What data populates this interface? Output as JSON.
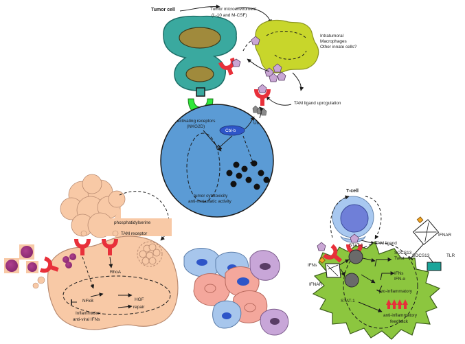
{
  "top": {
    "tumor_cell": "Tumor cell",
    "tumor_microenvironment": "Tumor microenviroment",
    "tumor_microenvironment_sub": "(L-10 and M-CSF)",
    "macrophages_line1": "Intratumoral",
    "macrophages_line2": "Macrophages",
    "macrophages_line3": "Other innate cells?",
    "tam_ligand_upregulation": "TAM ligand uprcgulation"
  },
  "nk_cell": {
    "activating_line1": "activating receptors",
    "activating_line2": "(NKG2D)",
    "cblb": "Cbl-b",
    "ub": "Ub",
    "cytotoxicity_line1": "tumor cytotoxicity",
    "cytotoxicity_line2": "anti-metastatic activity"
  },
  "macrophage": {
    "phosphatidylserine": "phosphatidylserine",
    "tam_receptor": "TAM receptor",
    "rhoa": "RhoA",
    "nfkb": "NFkB",
    "hgf": "HGF",
    "repair": "repair",
    "inflammation": "Inflammation",
    "antiviral": "anti-viral IFNs"
  },
  "dc": {
    "tcell": "T-cell",
    "tam_ligand": "TAM ligand",
    "stat1_top": "STAT-1",
    "socs13_a": "SOCS13",
    "twist": "Twist",
    "ifns_in": "IFNs",
    "ifn_alpha": "IFN-α",
    "proinflammatory": "pro-inflammatory",
    "stat1_bottom": "STAT-1",
    "antiinflammatory_line1": "anti-inflammatory",
    "antiinflammatory_line2": "feedback",
    "ifns_left": "IFNs",
    "ifnar_left": "IFNAR",
    "ifnar_right": "IFNAR",
    "socs13_b": "SOCS13",
    "tlr": "TLR"
  },
  "colors": {
    "nk_blue": "#5b9bd5",
    "tumor_teal": "#3aa99f",
    "macrophage_yellow": "#c8d62b",
    "receptor_red": "#e8303a",
    "ligand_lilac": "#c9a6d4",
    "salmon": "#f8c9a6",
    "dc_green": "#8cc63f",
    "tcell_blue": "#6f7fd8"
  }
}
